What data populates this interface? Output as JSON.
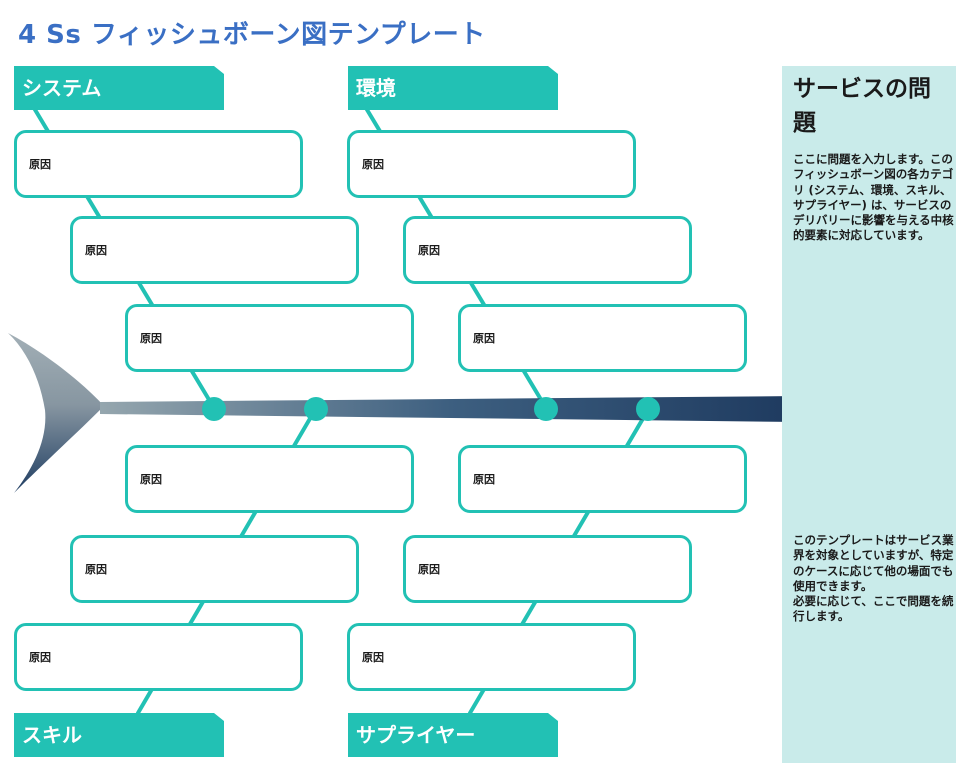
{
  "title": "4 Ss フィッシュボーン図テンプレート",
  "categories": {
    "top_left": "システム",
    "top_right": "環境",
    "bottom_left": "スキル",
    "bottom_right": "サプライヤー"
  },
  "cause_label": "原因",
  "problem_panel": {
    "title": "サービスの問題",
    "description": "ここに問題を入力します。このフィッシュボーン図の各カテゴリ (システム、環境、スキル、サプライヤー) は、サービスのデリバリーに影響を与える中核的要素に対応しています。",
    "note": "このテンプレートはサービス業界を対象としていますが、特定のケースに応じて他の場面でも使用できます。\n必要に応じて、ここで問題を続行します。"
  },
  "colors": {
    "accent": "#22c1b4",
    "title": "#3a6fc4",
    "spine_dark": "#1e3a5f",
    "tail_light": "#8a9ba6",
    "panel_bg": "#c9ebea"
  }
}
